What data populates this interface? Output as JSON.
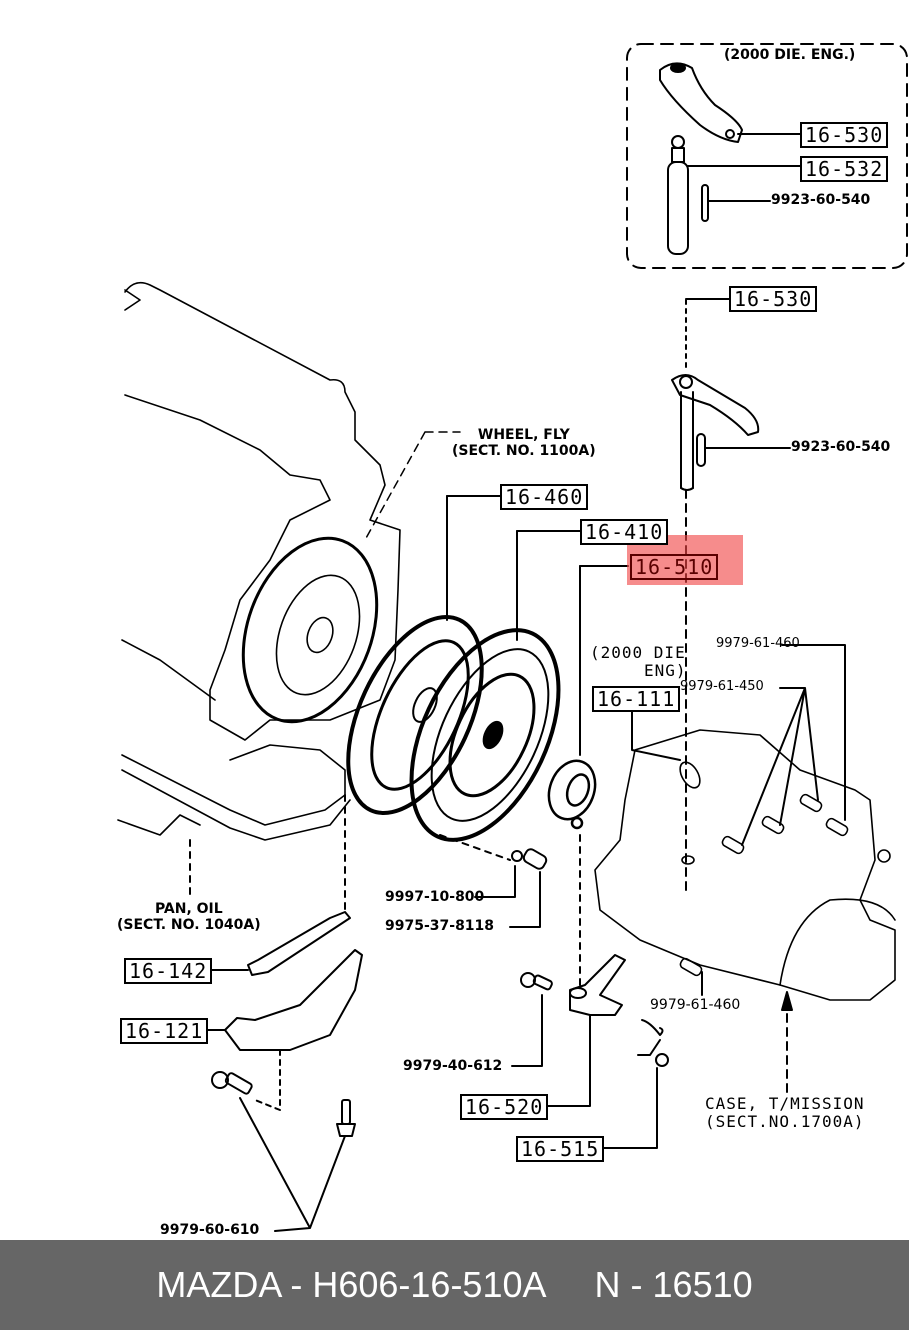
{
  "diagram": {
    "inset_title": "(2000 DIE. ENG.)",
    "inset_parts": [
      "16-530",
      "16-532",
      "9923-60-540"
    ],
    "labels": {
      "p16_530": "16-530",
      "p9923_60_540": "9923-60-540",
      "wheel_fly": "WHEEL, FLY",
      "wheel_fly_sect": "(SECT. NO. 1100A)",
      "p16_460": "16-460",
      "p16_410": "16-410",
      "p16_510": "16-510",
      "diesel_note_1": "(2000 DIE",
      "diesel_note_2": "ENG)",
      "p16_111": "16-111",
      "p9979_61_460_top": "9979-61-460",
      "p9979_61_450": "9979-61-450",
      "p9997_10_800": "9997-10-800",
      "p9975_37_8118": "9975-37-8118",
      "pan_oil": "PAN, OIL",
      "pan_oil_sect": "(SECT. NO. 1040A)",
      "p16_142": "16-142",
      "p16_121": "16-121",
      "p9979_61_460_bottom": "9979-61-460",
      "p9979_40_612": "9979-40-612",
      "p16_520": "16-520",
      "p16_515": "16-515",
      "case_tmission": "CASE, T/MISSION",
      "case_tmission_sect": "(SECT.NO.1700A)",
      "p9979_60_610": "9979-60-610"
    },
    "highlighted_part": "16-510",
    "highlight_color": "#f04646"
  },
  "footer": {
    "brand": "MAZDA",
    "part_number": "H606-16-510A",
    "ref": "N - 16510",
    "text": "MAZDA - H606-16-510A     N - 16510"
  }
}
